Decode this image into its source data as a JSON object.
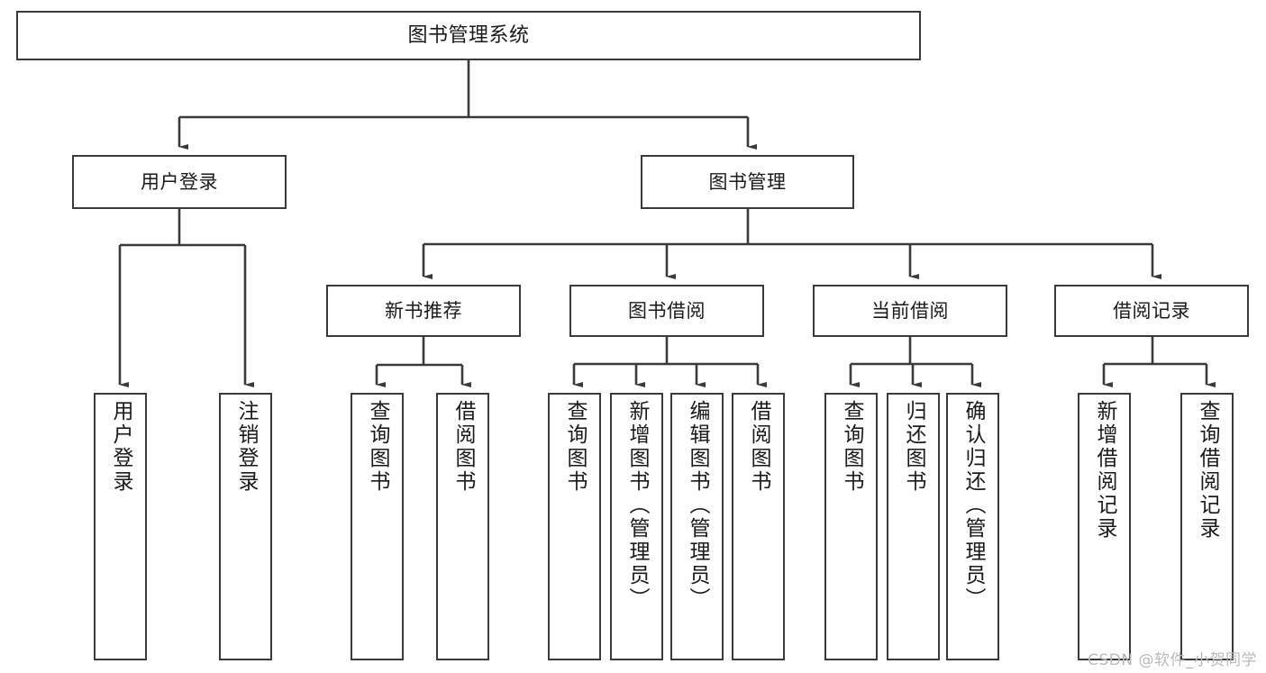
{
  "diagram": {
    "title": "图书管理系统",
    "type": "tree-hierarchy-flowchart",
    "line_color": "#3a3a3a",
    "box_fill": "#ffffff",
    "text_color": "#1a1a1a",
    "watermark": "CSDN @软件_小贺同学",
    "root": {
      "label": "图书管理系统"
    },
    "level2": [
      {
        "label": "用户登录"
      },
      {
        "label": "图书管理"
      }
    ],
    "level3": [
      {
        "label": "新书推荐"
      },
      {
        "label": "图书借阅"
      },
      {
        "label": "当前借阅"
      },
      {
        "label": "借阅记录"
      }
    ],
    "leaves": {
      "user_login": [
        {
          "label": "用户登录"
        },
        {
          "label": "注销登录"
        }
      ],
      "new_book": [
        {
          "label": "查询图书"
        },
        {
          "label": "借阅图书"
        }
      ],
      "book_borrow": [
        {
          "label": "查询图书"
        },
        {
          "label": "新增图书（管理员）"
        },
        {
          "label": "编辑图书（管理员）"
        },
        {
          "label": "借阅图书"
        }
      ],
      "current_borrow": [
        {
          "label": "查询图书"
        },
        {
          "label": "归还图书"
        },
        {
          "label": "确认归还（管理员）"
        }
      ],
      "borrow_record": [
        {
          "label": "新增借阅记录"
        },
        {
          "label": "查询借阅记录"
        }
      ]
    }
  }
}
